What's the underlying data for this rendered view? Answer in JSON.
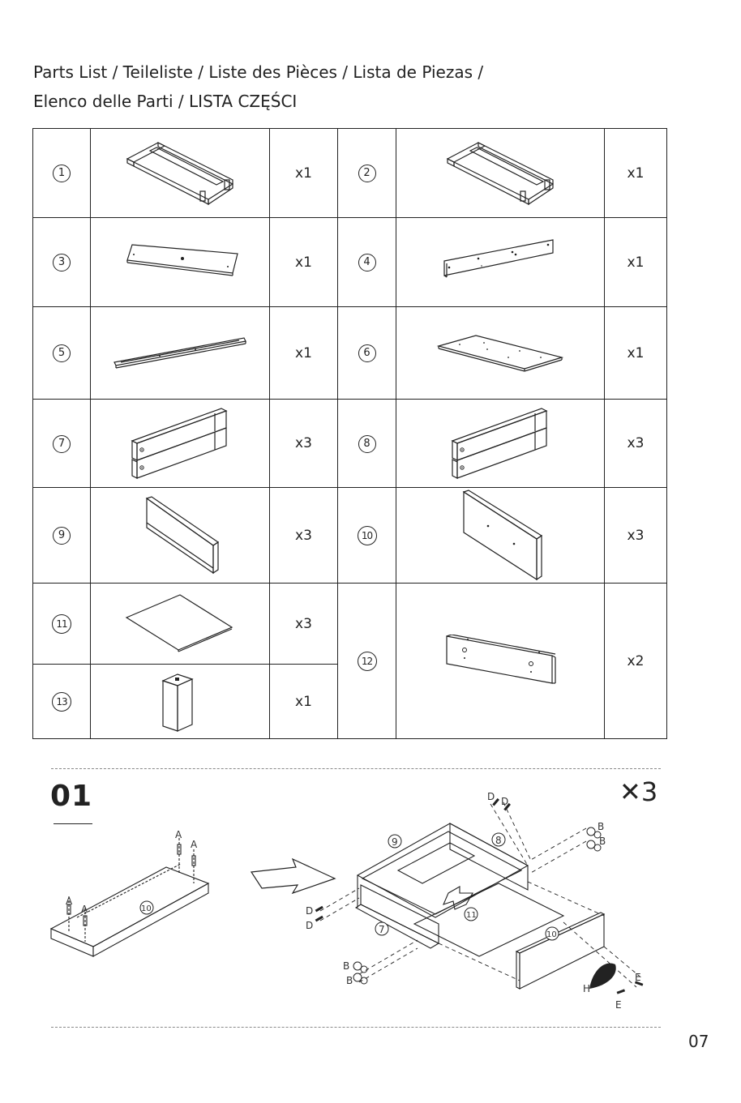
{
  "header": {
    "title_line1": "Parts List / Teileliste / Liste des Pièces / Lista de Piezas /",
    "title_line2": "Elenco delle Parti / LISTA CZĘŚCI"
  },
  "parts": [
    {
      "num": "1",
      "qty": "x1",
      "icon": "frame-part-icon"
    },
    {
      "num": "2",
      "qty": "x1",
      "icon": "frame-part-icon"
    },
    {
      "num": "3",
      "qty": "x1",
      "icon": "panel-part-icon"
    },
    {
      "num": "4",
      "qty": "x1",
      "icon": "back-rail-part-icon"
    },
    {
      "num": "5",
      "qty": "x1",
      "icon": "slat-part-icon"
    },
    {
      "num": "6",
      "qty": "x1",
      "icon": "top-board-part-icon"
    },
    {
      "num": "7",
      "qty": "x3",
      "icon": "drawer-side-part-icon"
    },
    {
      "num": "8",
      "qty": "x3",
      "icon": "drawer-side-part-icon"
    },
    {
      "num": "9",
      "qty": "x3",
      "icon": "drawer-back-part-icon"
    },
    {
      "num": "10",
      "qty": "x3",
      "icon": "drawer-front-part-icon"
    },
    {
      "num": "11",
      "qty": "x3",
      "icon": "drawer-bottom-part-icon"
    },
    {
      "num": "12",
      "qty": "x2",
      "icon": "side-panel-part-icon"
    },
    {
      "num": "13",
      "qty": "x1",
      "icon": "leg-part-icon"
    }
  ],
  "step": {
    "number": "01",
    "multiplier": "3",
    "labels": {
      "a": "A",
      "b": "B",
      "d": "D",
      "e": "E",
      "h": "H",
      "p7": "7",
      "p8": "8",
      "p9": "9",
      "p10": "10",
      "p11": "11"
    }
  },
  "footer": {
    "page_number": "07"
  }
}
